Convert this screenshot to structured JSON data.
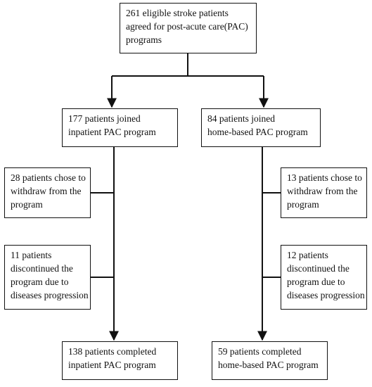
{
  "diagram": {
    "top": {
      "lines": [
        "261 eligible stroke patients",
        "agreed for post-acute care(PAC)",
        "programs"
      ]
    },
    "inpatient": {
      "joined": {
        "lines": [
          "177 patients joined",
          "inpatient PAC program"
        ]
      },
      "withdraw": {
        "lines": [
          "28 patients chose to",
          "withdraw from the",
          "program"
        ]
      },
      "discontinued": {
        "lines": [
          "11 patients",
          "discontinued the",
          "program due to",
          "diseases progression"
        ]
      },
      "completed": {
        "lines": [
          "138 patients completed",
          "inpatient PAC program"
        ]
      }
    },
    "home": {
      "joined": {
        "lines": [
          "84 patients joined",
          "home-based PAC program"
        ]
      },
      "withdraw": {
        "lines": [
          "13 patients chose to",
          "withdraw from the",
          "program"
        ]
      },
      "discontinued": {
        "lines": [
          "12 patients",
          "discontinued the",
          "program due to",
          "diseases progression"
        ]
      },
      "completed": {
        "lines": [
          "59 patients completed",
          "home-based PAC program"
        ]
      }
    },
    "colors": {
      "line": "#111111",
      "box_border": "#111111",
      "background": "#ffffff"
    }
  }
}
